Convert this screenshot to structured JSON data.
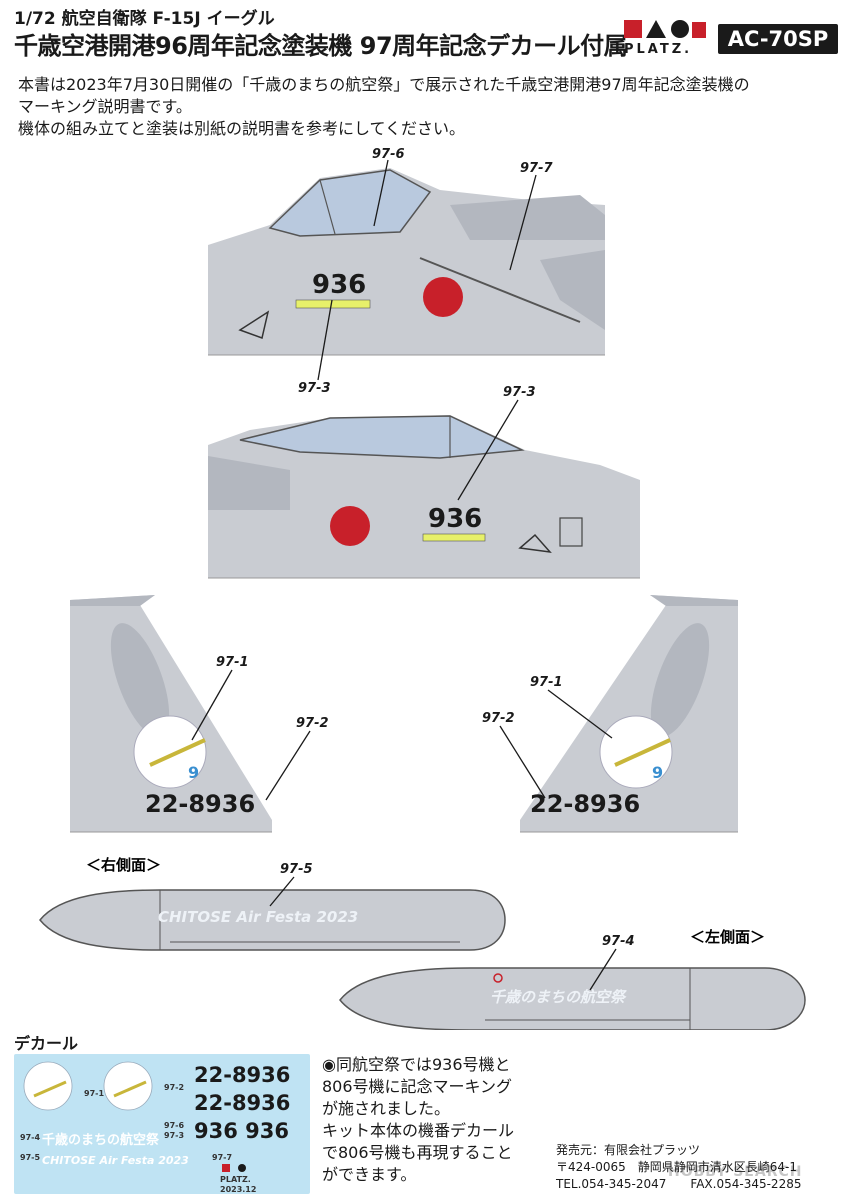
{
  "header": {
    "scale_line": "1/72 航空自衛隊 F-15J イーグル",
    "title": "千歳空港開港96周年記念塗装機 97周年記念デカール付属",
    "brand": "PLATZ.",
    "product_code": "AC-70SP"
  },
  "intro": [
    "本書は2023年7月30日開催の「千歳のまちの航空祭」で展示された千歳空港開港97周年記念塗装機の",
    "マーキング説明書です。",
    "機体の組み立てと塗装は別紙の説明書を参考にしてください。"
  ],
  "callouts": {
    "a": "97-6",
    "b": "97-7",
    "c": "97-3",
    "d": "97-3",
    "e": "97-1",
    "f": "97-2",
    "g": "97-1",
    "h": "97-2",
    "i": "97-5",
    "j": "97-4"
  },
  "markings": {
    "nose_number": "936",
    "tail_number": "22-8936",
    "tank_right_text": "CHITOSE Air Festa 2023",
    "tank_left_text": "千歳のまちの航空祭"
  },
  "labels": {
    "right_side": "＜右側面＞",
    "left_side": "＜左側面＞"
  },
  "decal": {
    "title": "デカール",
    "numbers": [
      "22-8936",
      "22-8936",
      "936 936"
    ],
    "small_ids": [
      "97-1",
      "97-2",
      "97-6",
      "97-3",
      "97-4",
      "97-5",
      "97-7"
    ],
    "jp_text": "千歳のまちの航空祭",
    "en_text": "CHITOSE Air Festa 2023",
    "brand": "PLATZ.",
    "date": "2023.12"
  },
  "note": [
    "◉同航空祭では936号機と",
    "806号機に記念マーキング",
    "が施されました。",
    "キット本体の機番デカール",
    "で806号機も再現すること",
    "ができます。"
  ],
  "publisher": [
    "発売元：有限会社プラッツ",
    "〒424-0065　静岡県静岡市清水区長崎64-1",
    "TEL.054-345-2047　　FAX.054-345-2285"
  ],
  "watermark": "HOBBY SEARCH",
  "colors": {
    "aircraft_gray": "#c9ccd2",
    "canopy": "#b9c9de",
    "hinomaru": "#c8202a",
    "decal_bg": "#bfe3f3",
    "ink": "#1a1a1a"
  }
}
